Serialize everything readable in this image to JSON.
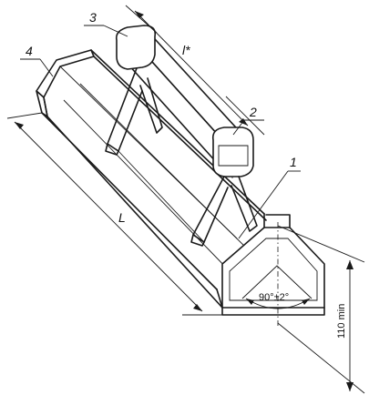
{
  "callouts": [
    {
      "id": "1",
      "text": "1"
    },
    {
      "id": "2",
      "text": "2"
    },
    {
      "id": "3",
      "text": "3"
    },
    {
      "id": "4",
      "text": "4"
    }
  ],
  "dimensions": {
    "length_total": "L",
    "length_inner": "l*",
    "angle": "90°±2°",
    "height": "110 min"
  }
}
